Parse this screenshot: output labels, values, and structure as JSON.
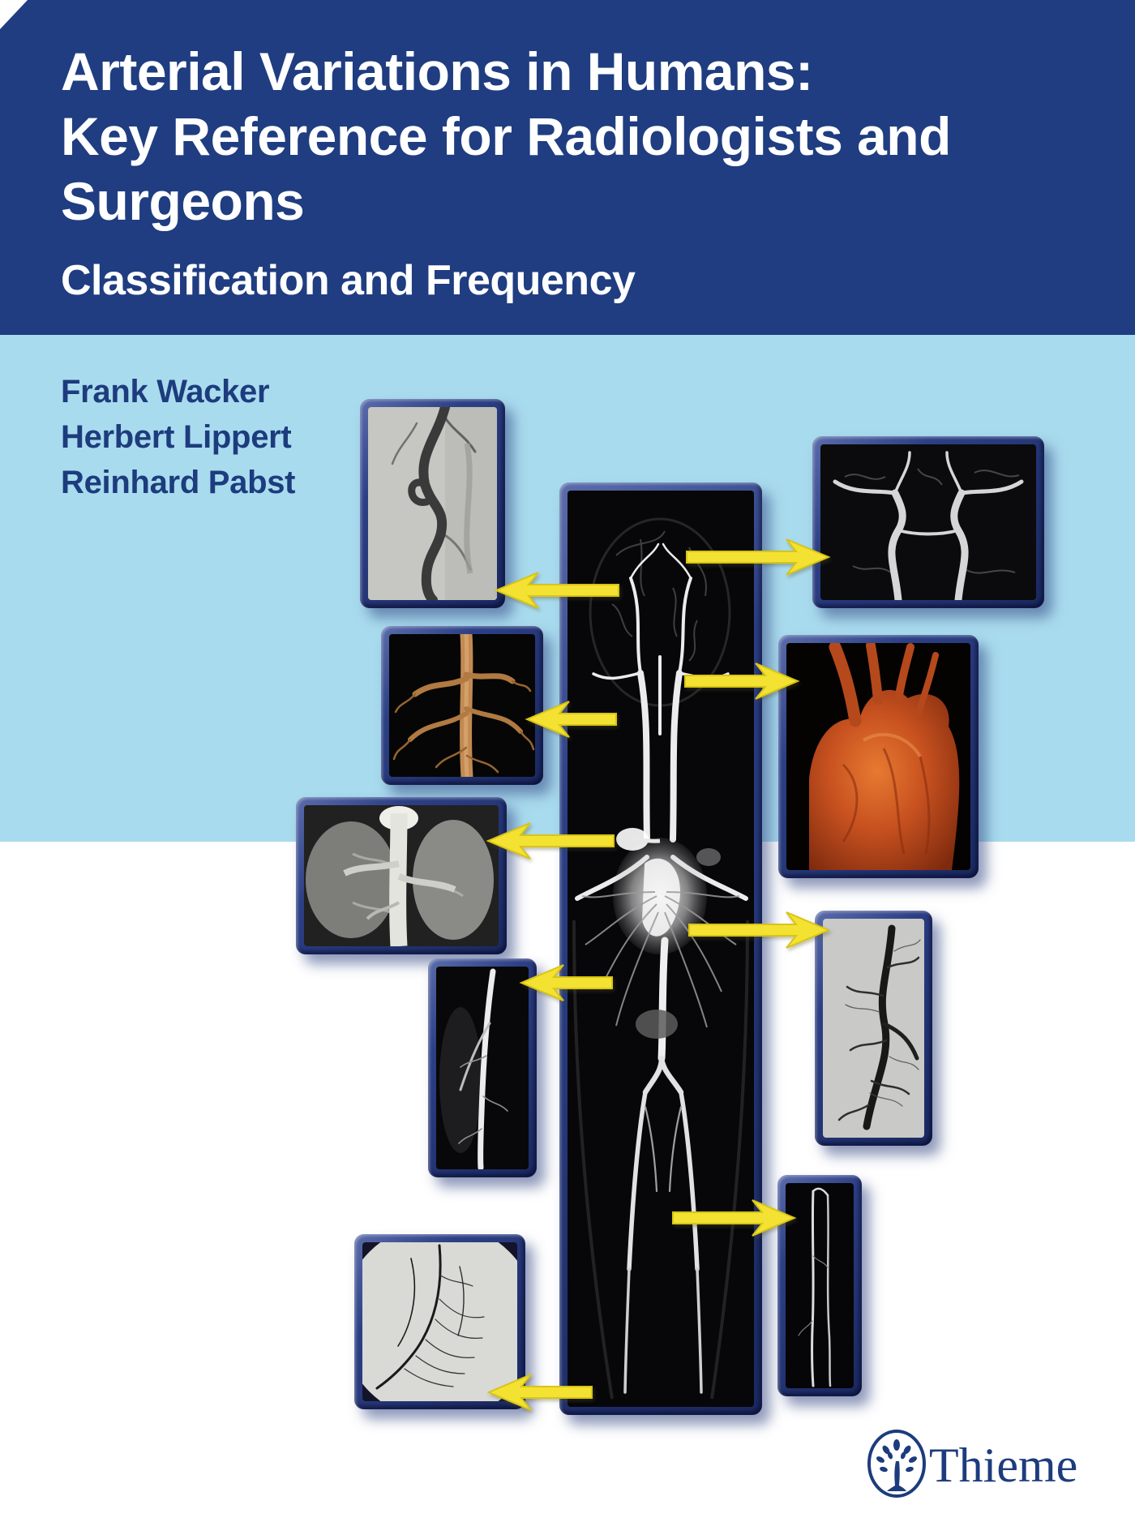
{
  "cover": {
    "title_line1": "Arterial Variations in Humans:",
    "title_line2": "Key Reference for Radiologists and Surgeons",
    "subtitle": "Classification and Frequency",
    "authors": [
      "Frank Wacker",
      "Herbert Lippert",
      "Reinhard Pabst"
    ],
    "publisher_name": "Thieme",
    "colors": {
      "header_blue": "#1f3d80",
      "light_blue": "#a9dbee",
      "frame_navy": "#2c3f85",
      "arrow_yellow": "#f4e233",
      "text_navy": "#1d3c7d",
      "background_white": "#ffffff"
    },
    "icons": {
      "publisher_emblem": "thieme-tree-oval-icon"
    }
  }
}
